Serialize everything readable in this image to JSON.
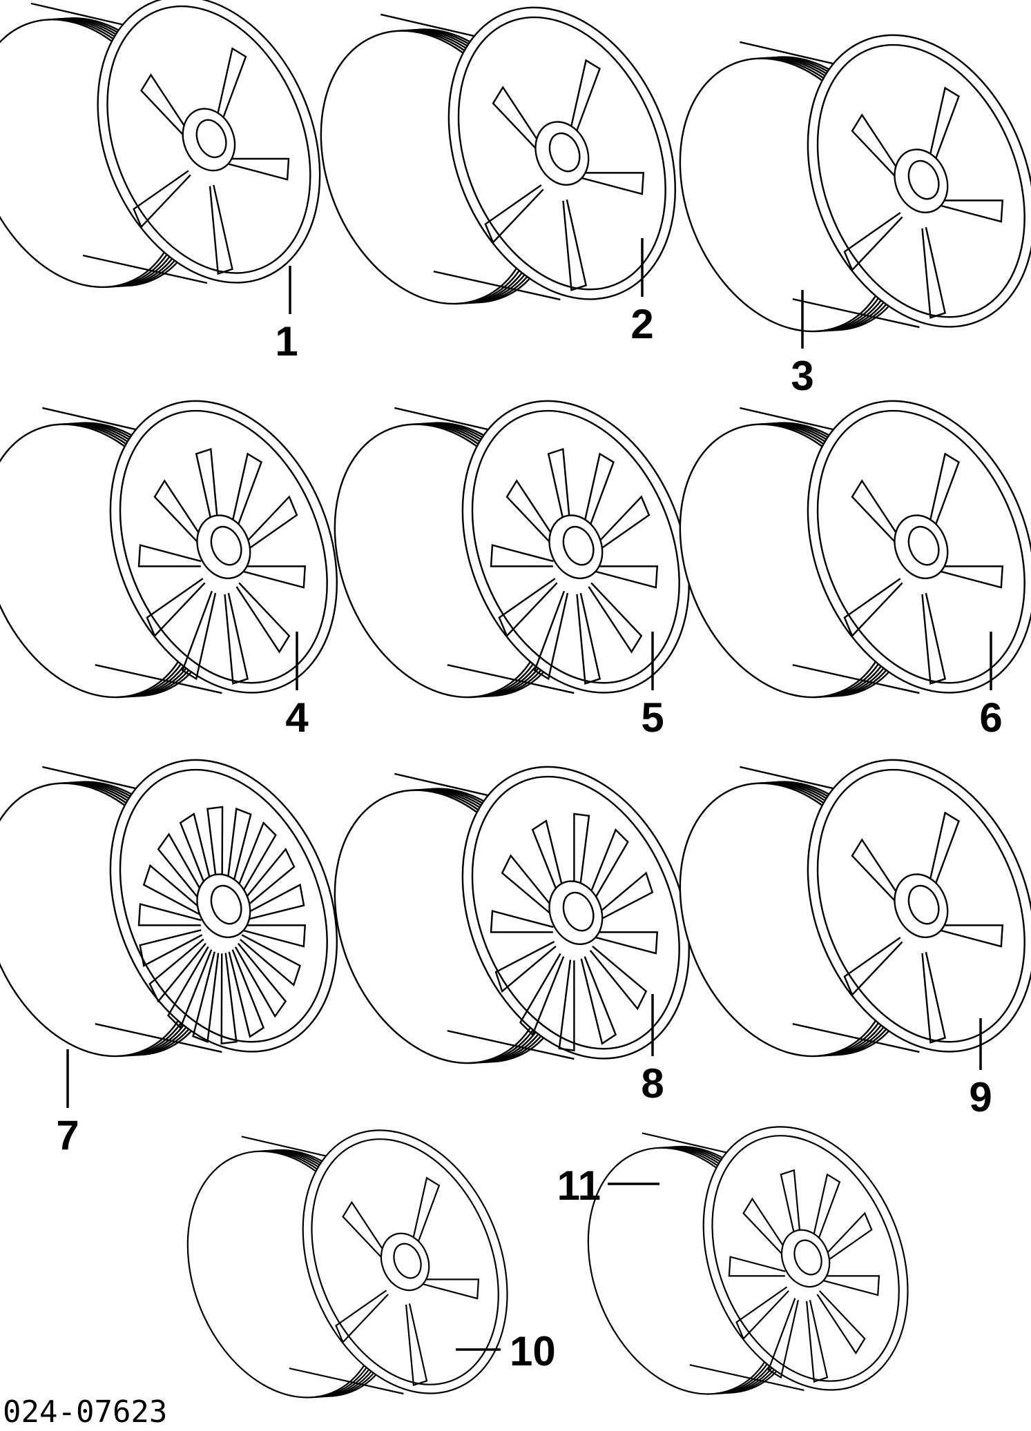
{
  "diagram_id": "024-07623",
  "line_color": "#000000",
  "background": "#ffffff",
  "wheels": [
    {
      "callout": "1",
      "icon": "alloy-wheel-icon"
    },
    {
      "callout": "2",
      "icon": "alloy-wheel-icon"
    },
    {
      "callout": "3",
      "icon": "alloy-wheel-icon"
    },
    {
      "callout": "4",
      "icon": "alloy-wheel-icon"
    },
    {
      "callout": "5",
      "icon": "alloy-wheel-icon"
    },
    {
      "callout": "6",
      "icon": "alloy-wheel-icon"
    },
    {
      "callout": "7",
      "icon": "alloy-wheel-icon"
    },
    {
      "callout": "8",
      "icon": "alloy-wheel-icon"
    },
    {
      "callout": "9",
      "icon": "alloy-wheel-icon"
    },
    {
      "callout": "10",
      "icon": "alloy-wheel-icon"
    },
    {
      "callout": "11",
      "icon": "alloy-wheel-icon"
    }
  ]
}
